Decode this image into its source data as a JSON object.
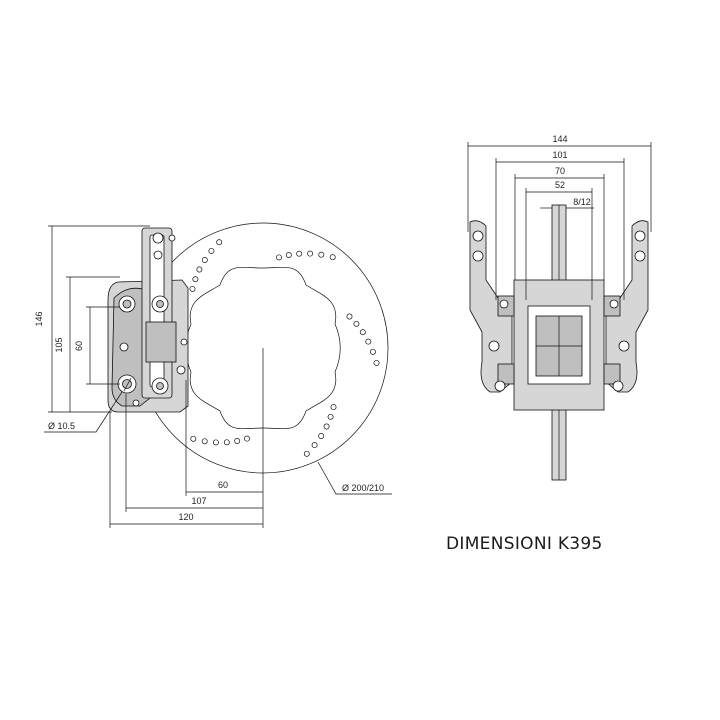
{
  "title": "DIMENSIONI K395",
  "side_view": {
    "height_outer": "146",
    "height_mid": "105",
    "height_inner": "60",
    "hole_diameter": "Ø 10.5",
    "width_60": "60",
    "width_107": "107",
    "width_120": "120",
    "disc_diameter": "Ø 200/210"
  },
  "front_view": {
    "width_144": "144",
    "width_101": "101",
    "width_70": "70",
    "width_52": "52",
    "width_disc": "8/12"
  },
  "colors": {
    "line": "#111111",
    "part_fill": "#d6d6d6",
    "background": "#ffffff"
  }
}
